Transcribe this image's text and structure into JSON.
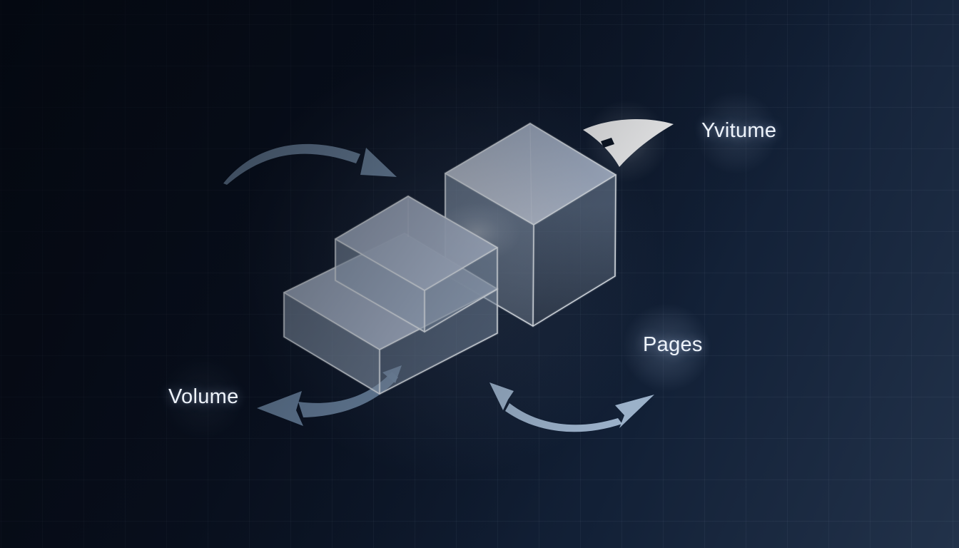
{
  "scene": {
    "labels": {
      "volume": "Volume",
      "pages": "Pages",
      "yvitume": "Yvitume"
    },
    "icons": [
      "curved-arrow-icon",
      "double-curved-arrow-icon",
      "sail-flag-icon"
    ],
    "colors": {
      "bg-dark": "#060b16",
      "bg-light": "#22324a",
      "bg-notch": "#0d1624",
      "grid-line": "rgba(190,210,235,0.05)",
      "glass-top": "#b6c3d8",
      "glass-front": "#a3b4cc",
      "glass-side": "#8799b1",
      "edge": "#f2f7fd",
      "arrow-top": "#8aa6c4",
      "arrow-left": "#7e9aba",
      "arrow-right": "#a4bad2",
      "sail": "#ffffff",
      "label-text": "#eef3fa"
    }
  }
}
